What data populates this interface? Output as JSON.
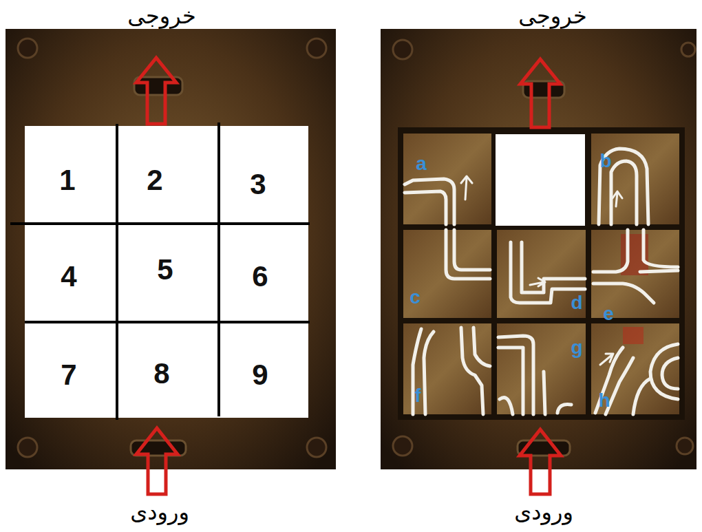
{
  "diagram": {
    "nodes": [
      {
        "text": [
          "1"
        ]
      },
      {
        "text": [
          "2"
        ]
      },
      {
        "text": [
          "3"
        ]
      },
      {
        "text": [
          "4"
        ]
      },
      {
        "text": [
          "5"
        ]
      },
      {
        "text": [
          "6"
        ]
      },
      {
        "text": [
          "7"
        ]
      },
      {
        "text": [
          "8"
        ]
      },
      {
        "text": [
          "9"
        ]
      }
    ],
    "labels": [
      "خروجی",
      "ورودی",
      "خروجی",
      "ورودی",
      "a",
      "b",
      "c",
      "d",
      "e",
      "f",
      "g",
      "h"
    ]
  }
}
